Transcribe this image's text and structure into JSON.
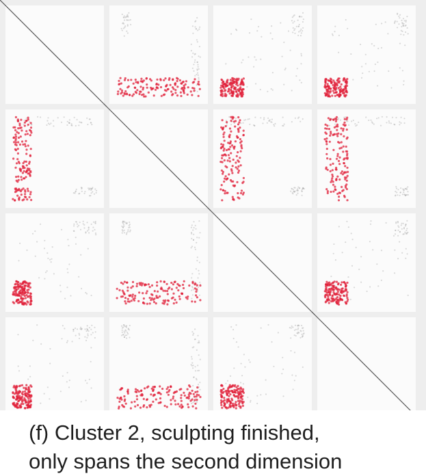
{
  "caption": {
    "line1": "(f) Cluster 2, sculpting finished,",
    "line2": "only spans the second dimension"
  },
  "colors": {
    "highlight": "#e0203a",
    "background_points": "#9a9a9a",
    "panel": "#fbfbfb",
    "grid_gap": "#eeeeee",
    "diagonal": "#555555"
  },
  "chart_data": {
    "type": "scatter",
    "layout": "scatterplot-matrix",
    "dimensions": 4,
    "tick_labels": "none",
    "axis_labels": "none",
    "grid": false,
    "diagonal_panels": "line",
    "scale": [
      0,
      1
    ],
    "clusters": [
      {
        "role": "highlighted",
        "color": "#e0203a",
        "ranges": [
          [
            0.05,
            0.25
          ],
          [
            0.05,
            0.95
          ],
          [
            0.05,
            0.3
          ],
          [
            0.05,
            0.3
          ]
        ]
      },
      {
        "role": "other",
        "color": "#9a9a9a",
        "ranges": [
          [
            0.1,
            0.9
          ],
          [
            0.85,
            0.95
          ],
          [
            0.1,
            0.95
          ],
          [
            0.1,
            0.95
          ]
        ]
      },
      {
        "role": "other",
        "color": "#9a9a9a",
        "ranges": [
          [
            0.7,
            0.95
          ],
          [
            0.1,
            0.2
          ],
          [
            0.8,
            0.95
          ],
          [
            0.8,
            0.95
          ]
        ]
      }
    ]
  }
}
